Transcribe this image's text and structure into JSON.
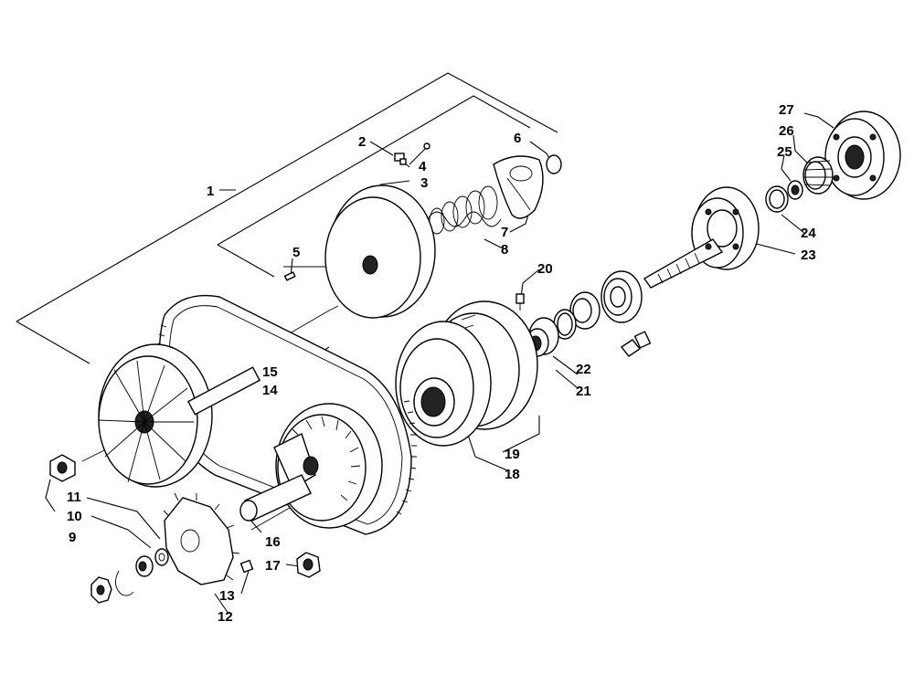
{
  "diagram": {
    "callouts": [
      "1",
      "2",
      "3",
      "4",
      "5",
      "6",
      "7",
      "8",
      "9",
      "10",
      "11",
      "12",
      "13",
      "14",
      "15",
      "16",
      "17",
      "18",
      "19",
      "20",
      "21",
      "22",
      "23",
      "24",
      "25",
      "26",
      "27"
    ]
  }
}
